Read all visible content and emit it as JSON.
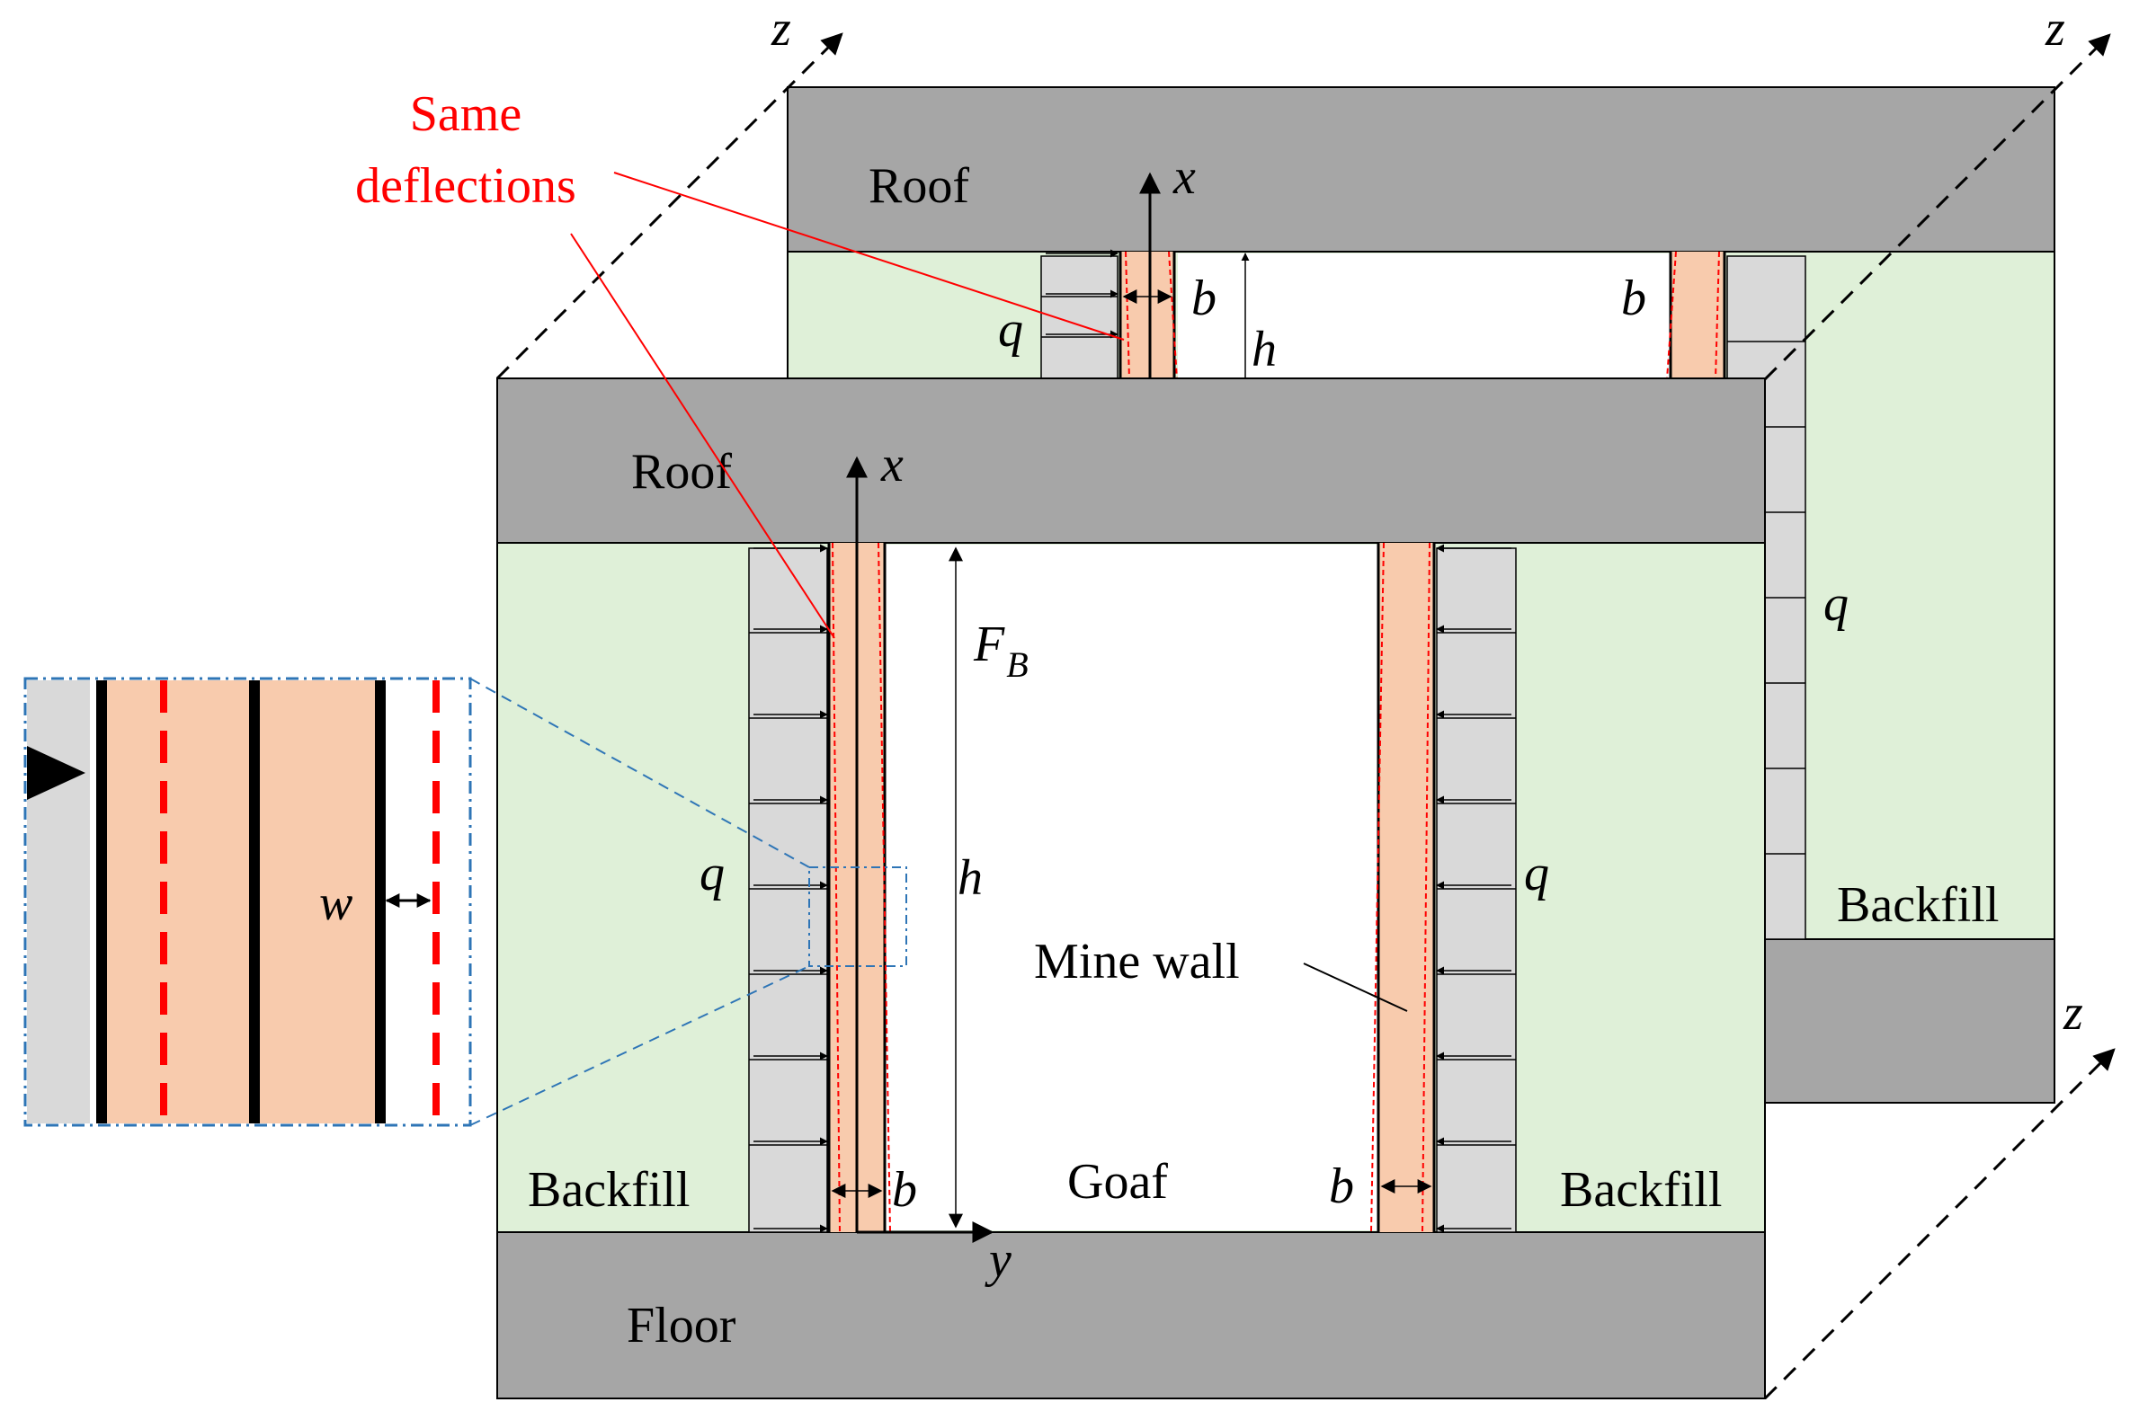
{
  "back_frame": {
    "roof_label": "Roof",
    "x_axis_label": "x",
    "b_left_label": "b",
    "b_right_label": "b",
    "h_label": "h",
    "q_left_label": "q",
    "q_right_label": "q",
    "backfill_label": "Backfill"
  },
  "front_frame": {
    "roof_label": "Roof",
    "floor_label": "Floor",
    "x_axis_label": "x",
    "y_axis_label": "y",
    "fb_label_main": "F",
    "fb_label_sub": "B",
    "h_label": "h",
    "q_left_label": "q",
    "q_right_label": "q",
    "b_left_label": "b",
    "b_right_label": "b",
    "goaf_label": "Goaf",
    "backfill_left_label": "Backfill",
    "backfill_right_label": "Backfill",
    "mine_wall_label": "Mine wall"
  },
  "annotation": {
    "same_line1": "Same",
    "same_line2": "deflections"
  },
  "inset": {
    "w_label": "w"
  },
  "z_labels": {
    "left": "z",
    "right_top": "z",
    "right_bottom": "z"
  },
  "colors": {
    "rock": "#a6a6a6",
    "backfill": "#dff0d8",
    "wall": "#f8cbad",
    "load_block": "#d9d9d9",
    "deflection": "#ff0000",
    "inset_border": "#2e75b6"
  }
}
